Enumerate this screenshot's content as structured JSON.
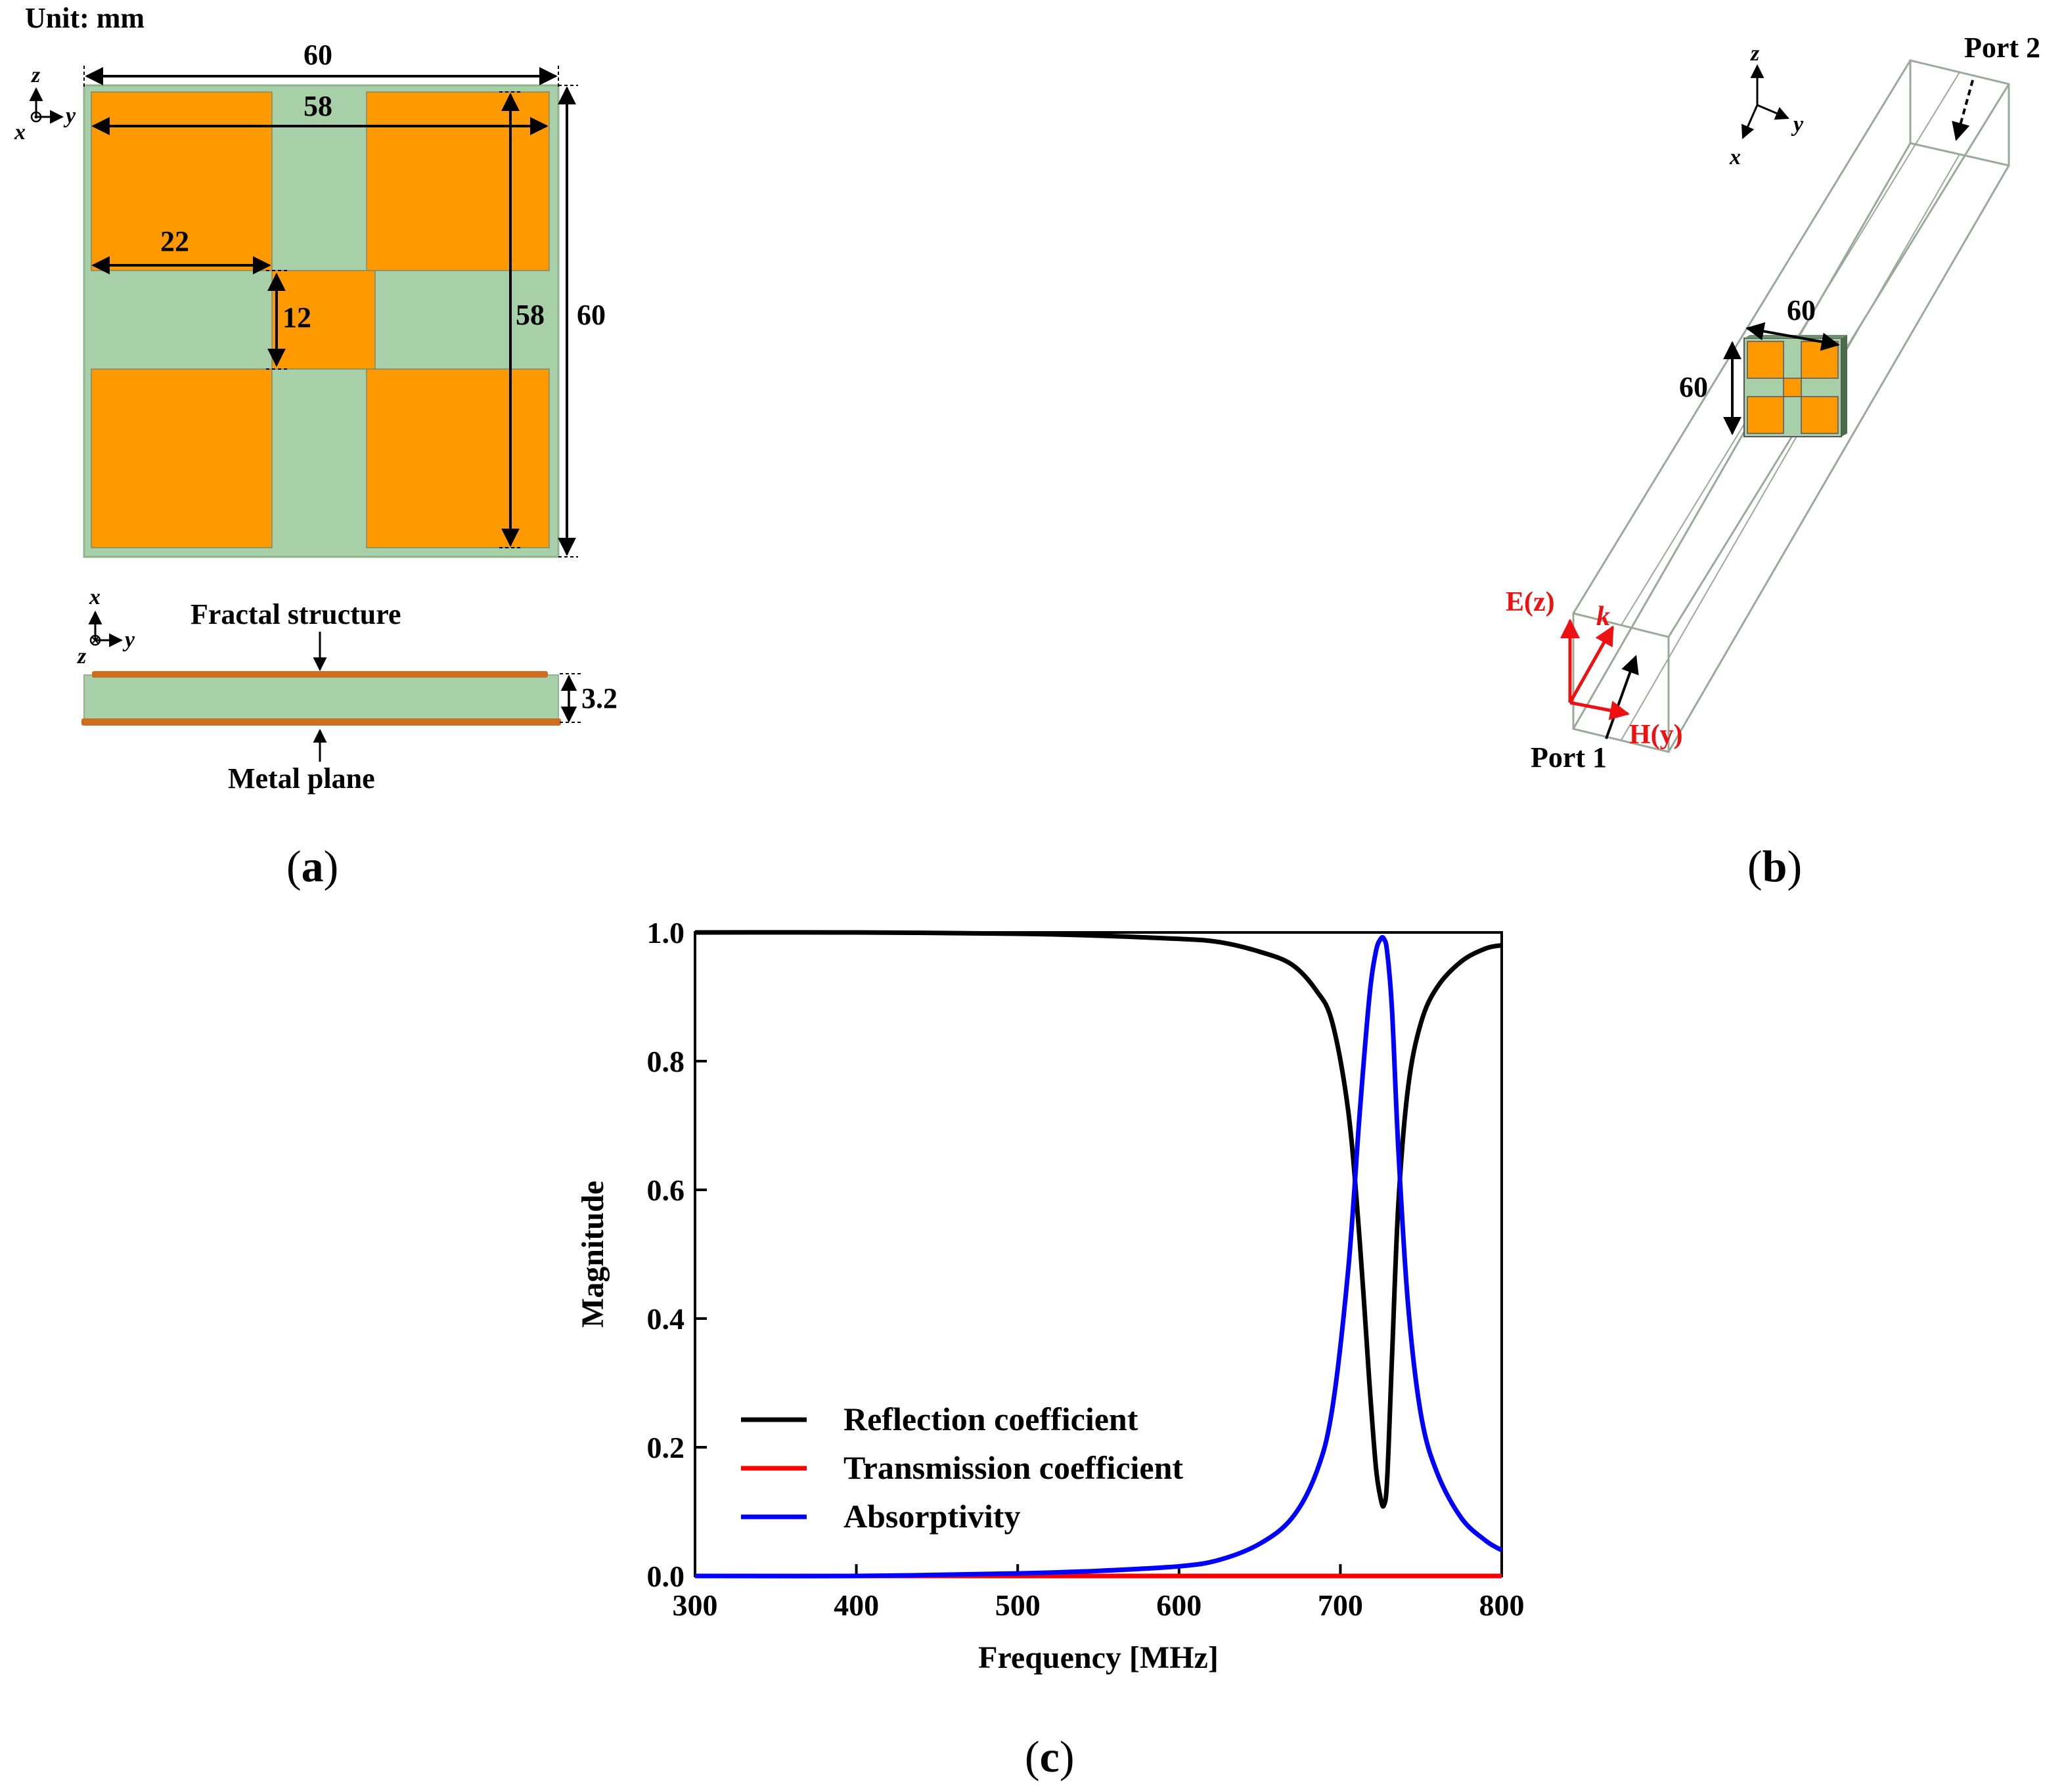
{
  "panel_a": {
    "unit": "Unit: mm",
    "dim_top_width": "60",
    "dim_inner_width": "58",
    "dim_arm": "22",
    "dim_gap": "12",
    "dim_inner_height": "58",
    "dim_outer_height": "60",
    "axis_top": {
      "z": "z",
      "x": "x",
      "y": "y"
    },
    "axis_side": {
      "x": "x",
      "z": "z",
      "y": "y"
    },
    "label_fractal": "Fractal structure",
    "label_metal": "Metal plane",
    "dim_thickness": "3.2",
    "caption_open": "(",
    "caption_letter": "a",
    "caption_close": ")"
  },
  "panel_b": {
    "axis": {
      "z": "z",
      "y": "y",
      "x": "x"
    },
    "port2": "Port 2",
    "port1": "Port 1",
    "dim_w": "60",
    "dim_h": "60",
    "e_field": "E(z)",
    "h_field": "H(y)",
    "k_vec": "k",
    "caption_open": "(",
    "caption_letter": "b",
    "caption_close": ")"
  },
  "panel_c": {
    "caption_open": "(",
    "caption_letter": "c",
    "caption_close": ")"
  },
  "colors": {
    "substrate": "#a8d0a8",
    "metal_patch": "#ff9900",
    "metal_plane": "#cc6e1e",
    "reflection": "#000000",
    "transmission": "#ff0000",
    "absorptivity": "#0000ff",
    "field_arrows": "#ee1111"
  },
  "chart_data": {
    "type": "line",
    "xlabel": "Frequency [MHz]",
    "ylabel": "Magnitude",
    "xlim": [
      300,
      800
    ],
    "ylim": [
      0,
      1.0
    ],
    "xticks": [
      "300",
      "400",
      "500",
      "600",
      "700",
      "800"
    ],
    "yticks": [
      "0.0",
      "0.2",
      "0.4",
      "0.6",
      "0.8",
      "1.0"
    ],
    "grid": false,
    "legend_position": "bottom-left",
    "x": [
      300,
      400,
      500,
      550,
      600,
      625,
      650,
      670,
      685,
      695,
      705,
      712,
      718,
      722,
      725,
      727,
      729,
      732,
      736,
      742,
      750,
      760,
      775,
      790,
      800
    ],
    "series": [
      {
        "name": "Reflection coefficient",
        "color": "#000000",
        "values": [
          1.0,
          1.0,
          0.998,
          0.995,
          0.99,
          0.985,
          0.97,
          0.95,
          0.91,
          0.86,
          0.72,
          0.52,
          0.3,
          0.17,
          0.12,
          0.11,
          0.15,
          0.34,
          0.58,
          0.76,
          0.86,
          0.915,
          0.955,
          0.975,
          0.98
        ]
      },
      {
        "name": "Transmission coefficient",
        "color": "#ff0000",
        "values": [
          0,
          0,
          0,
          0,
          0,
          0,
          0,
          0,
          0,
          0,
          0,
          0,
          0,
          0,
          0,
          0,
          0,
          0,
          0,
          0,
          0,
          0,
          0,
          0,
          0
        ]
      },
      {
        "name": "Absorptivity",
        "color": "#0000ff",
        "values": [
          0.0,
          0.0,
          0.004,
          0.008,
          0.015,
          0.025,
          0.05,
          0.09,
          0.16,
          0.26,
          0.48,
          0.72,
          0.9,
          0.97,
          0.99,
          0.99,
          0.97,
          0.88,
          0.66,
          0.42,
          0.25,
          0.16,
          0.09,
          0.055,
          0.04
        ]
      }
    ]
  }
}
